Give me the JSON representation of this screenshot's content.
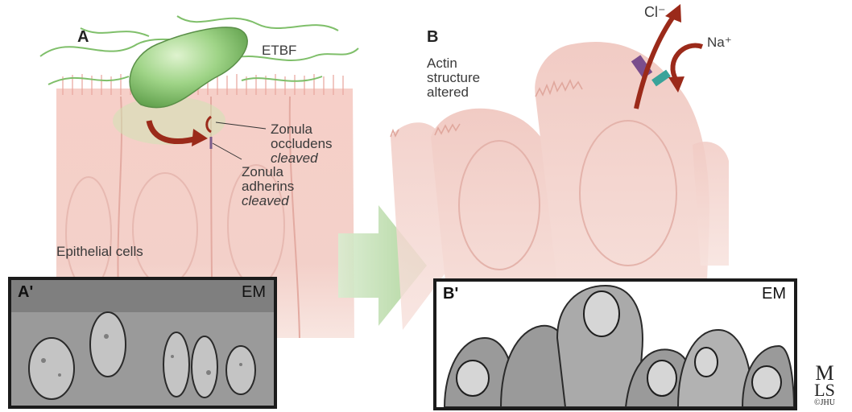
{
  "panel_a": {
    "letter": "A",
    "bacterium": "ETBF",
    "zo_line1": "Zonula",
    "zo_line2": "occludens",
    "zo_line3": "cleaved",
    "za_line1": "Zonula",
    "za_line2": "adherins",
    "za_line3": "cleaved",
    "cells": "Epithelial cells"
  },
  "panel_b": {
    "letter": "B",
    "actin_line1": "Actin",
    "actin_line2": "structure",
    "actin_line3": "altered",
    "chloride": "Cl⁻",
    "sodium": "Na⁺"
  },
  "em_a": {
    "letter": "A'",
    "tag": "EM"
  },
  "em_b": {
    "letter": "B'",
    "tag": "EM"
  },
  "logo": {
    "m": "M",
    "ls": "LS",
    "copyright": "©JHU"
  },
  "colors": {
    "tissue": "#f3c9c2",
    "bacterium": "#8fc97a",
    "arrow_red": "#9b2a1a",
    "transition_arrow": "#b9d9a8",
    "flagella": "#7fbf6a"
  }
}
